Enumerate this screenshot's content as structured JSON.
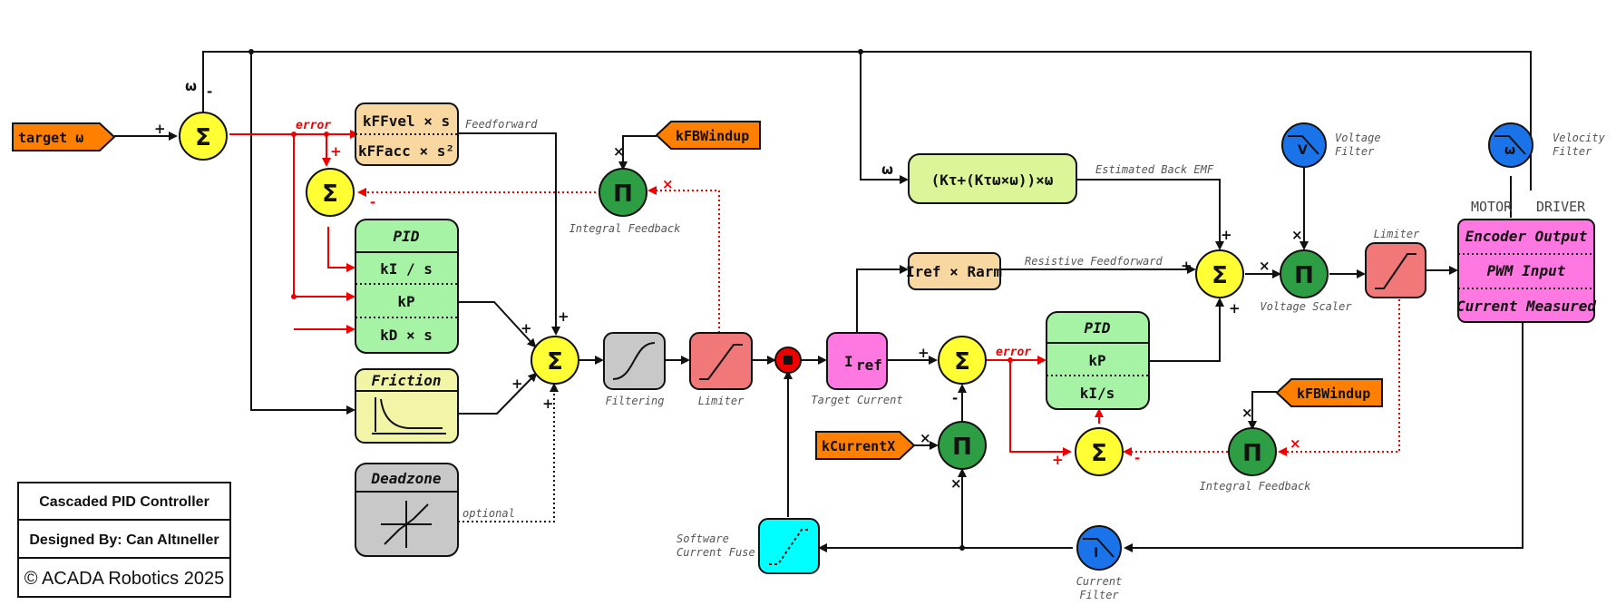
{
  "inputs": {
    "target": "target ω",
    "kffwindup_top": "kFBWindup",
    "kfbwindup_right": "kFBWindup",
    "kcurrentx": "kCurrentX"
  },
  "signals": {
    "omega_top": "ω",
    "omega_mid": "ω",
    "error1": "error",
    "error2": "error"
  },
  "velocity_loop": {
    "ff_vel": "kFFvel × s",
    "ff_acc": "kFFacc × s²",
    "ff_label": "Feedforward",
    "pid_title": "PID",
    "pid_ki": "kI / s",
    "pid_kp": "kP",
    "pid_kd": "kD × s",
    "friction_title": "Friction",
    "deadzone_title": "Deadzone",
    "optional_label": "optional",
    "integral_feedback": "Integral Feedback",
    "filtering": "Filtering",
    "limiter": "Limiter"
  },
  "current_loop": {
    "iref": "I",
    "iref_sub": "ref",
    "target_current": "Target Current",
    "backemf_expr": "(Kτ+(Kτω×ω))×ω",
    "backemf_label": "Estimated Back EMF",
    "res_expr": "Iref × Rarm",
    "res_label": "Resistive Feedforward",
    "pid_title": "PID",
    "pid_kp": "kP",
    "pid_ki": "kI/s",
    "integral_feedback": "Integral Feedback",
    "fuse_label_1": "Software",
    "fuse_label_2": "Current Fuse",
    "current_filter_1": "Current",
    "current_filter_2": "Filter",
    "voltage_scaler": "Voltage Scaler",
    "limiter": "Limiter",
    "voltage_filter_1": "Voltage",
    "voltage_filter_2": "Filter",
    "velocity_filter_1": "Velocity",
    "velocity_filter_2": "Filter"
  },
  "driver": {
    "header_left": "MOTOR",
    "header_right": "DRIVER",
    "encoder": "Encoder Output",
    "pwm": "PWM Input",
    "current": "Current Measured"
  },
  "credits": {
    "title": "Cascaded PID Controller",
    "designer": "Designed By: Can Altıneller",
    "copyright": "© ACADA Robotics 2025"
  },
  "colors": {
    "sum": "#ffff33",
    "mult": "#2e9e44",
    "orange": "#ff7f00",
    "pid": "#a6f3a6",
    "ff": "#f8d8a0",
    "friction": "#f2f5a6",
    "gray": "#c8c8c8",
    "limiter": "#f07878",
    "magenta": "#ff77e0",
    "cyan": "#00ffff",
    "blue_filter": "#1a73e8",
    "red_wire": "#e00000"
  }
}
